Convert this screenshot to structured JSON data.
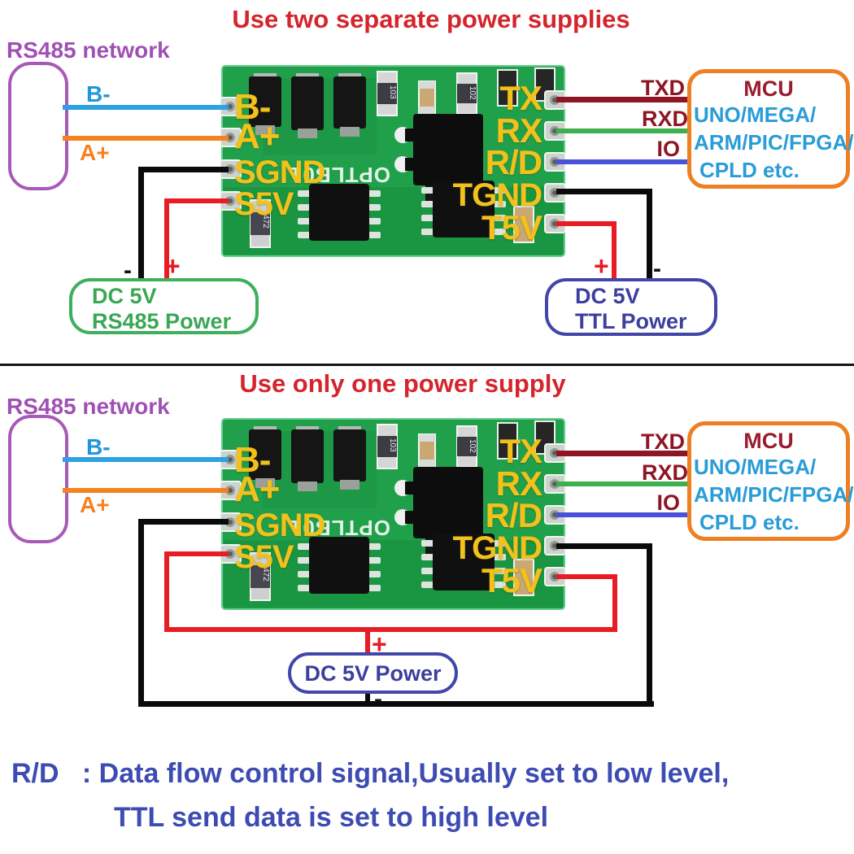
{
  "colors": {
    "title_red": "#d5242c",
    "network_purple": "#a050b4",
    "wire_blue": "#2da1e2",
    "wire_orange": "#f5821f",
    "wire_dark_red": "#8e1523",
    "wire_green": "#3cb04c",
    "wire_io_blue": "#4a52d8",
    "wire_red": "#e81c24",
    "wire_black": "#0a0a0a",
    "pin_yellow": "#f2c11c",
    "pcb_green": "#21a04c",
    "mcu_border_orange": "#ee7f22",
    "mcu_text_dark_red": "#9b1b30",
    "mcu_text_cyan": "#2a9cd8",
    "green_box": "#3cb05c",
    "navy_box": "#4246a8",
    "footer_blue": "#3d4bb3"
  },
  "module_components": [
    "103",
    "102",
    "472"
  ],
  "sections": [
    {
      "title": "Use two separate power supplies",
      "network_label": "RS485 network",
      "wire_labels": {
        "b": "B-",
        "a": "A+"
      },
      "pins_left": [
        "B-",
        "A+",
        "SGND",
        "S5V"
      ],
      "pins_right": [
        "TX",
        "RX",
        "R/D",
        "TGND",
        "T5V"
      ],
      "silkscreen": "OPTLB01",
      "signal_labels": {
        "txd": "TXD",
        "rxd": "RXD",
        "io": "IO"
      },
      "mcu": {
        "title": "MCU",
        "line1": "UNO/MEGA/",
        "line2": "ARM/PIC/FPGA/",
        "line3": "CPLD etc."
      },
      "rs485_power": {
        "minus": "-",
        "plus": "+",
        "line1": "DC 5V",
        "line2": "RS485 Power"
      },
      "ttl_power": {
        "plus": "+",
        "minus": "-",
        "line1": "DC 5V",
        "line2": "TTL Power"
      }
    },
    {
      "title": "Use only one power supply",
      "network_label": "RS485 network",
      "wire_labels": {
        "b": "B-",
        "a": "A+"
      },
      "pins_left": [
        "B-",
        "A+",
        "SGND",
        "S5V"
      ],
      "pins_right": [
        "TX",
        "RX",
        "R/D",
        "TGND",
        "T5V"
      ],
      "silkscreen": "OPTLB01",
      "signal_labels": {
        "txd": "TXD",
        "rxd": "RXD",
        "io": "IO"
      },
      "mcu": {
        "title": "MCU",
        "line1": "UNO/MEGA/",
        "line2": "ARM/PIC/FPGA/",
        "line3": "CPLD etc."
      },
      "power": {
        "plus": "+",
        "minus": "-",
        "label": "DC 5V Power"
      }
    }
  ],
  "footer": {
    "line1": "R/D   : Data flow control signal,Usually set to low level,",
    "line2": "TTL send data is set to high level"
  }
}
